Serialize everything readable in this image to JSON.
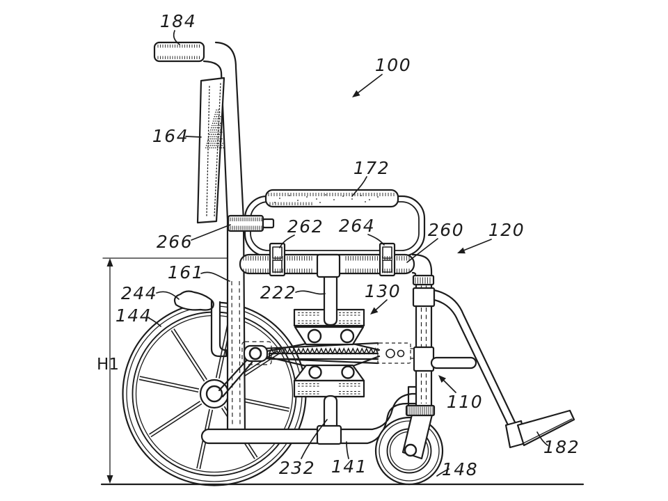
{
  "page": {
    "background": "#ffffff",
    "ink_color": "#1c1c1c"
  },
  "figure": {
    "labels": [
      {
        "id": "ref-184",
        "text": "184"
      },
      {
        "id": "ref-100",
        "text": "100"
      },
      {
        "id": "ref-164",
        "text": "164"
      },
      {
        "id": "ref-172",
        "text": "172"
      },
      {
        "id": "ref-266",
        "text": "266"
      },
      {
        "id": "ref-262",
        "text": "262"
      },
      {
        "id": "ref-264",
        "text": "264"
      },
      {
        "id": "ref-260",
        "text": "260"
      },
      {
        "id": "ref-120",
        "text": "120"
      },
      {
        "id": "ref-161",
        "text": "161"
      },
      {
        "id": "ref-222",
        "text": "222"
      },
      {
        "id": "ref-130",
        "text": "130"
      },
      {
        "id": "ref-244",
        "text": "244"
      },
      {
        "id": "ref-144",
        "text": "144"
      },
      {
        "id": "dim-H1",
        "text": "H1"
      },
      {
        "id": "ref-110",
        "text": "110"
      },
      {
        "id": "ref-232",
        "text": "232"
      },
      {
        "id": "ref-141",
        "text": "141"
      },
      {
        "id": "ref-148",
        "text": "148"
      },
      {
        "id": "ref-182",
        "text": "182"
      }
    ]
  }
}
